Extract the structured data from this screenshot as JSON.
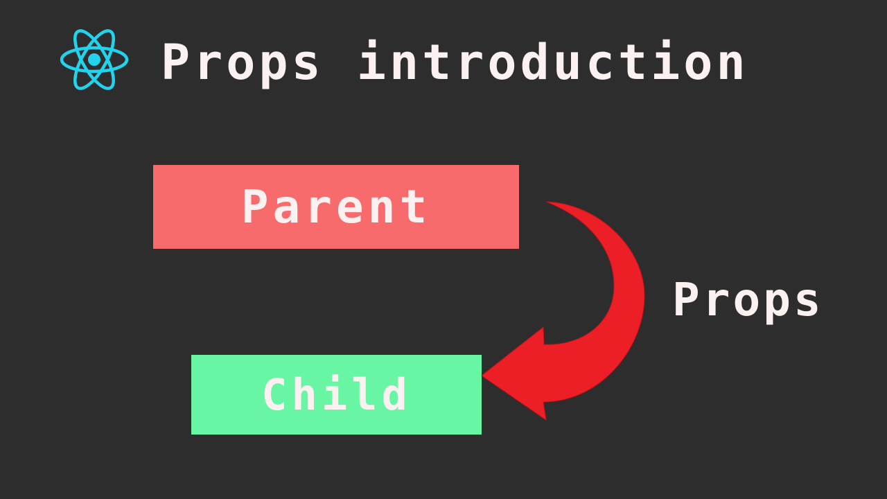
{
  "header": {
    "title": "Props introduction",
    "logo_icon": "react-atom-icon"
  },
  "diagram": {
    "parent_label": "Parent",
    "child_label": "Child",
    "edge_label": "Props",
    "arrow_icon": "curved-arrow-icon"
  },
  "colors": {
    "background": "#2d2d2d",
    "react_logo": "#22d3ee",
    "parent_box": "#f76b6d",
    "child_box": "#69f6a4",
    "arrow": "#ec1e26",
    "text": "#fbf1f1"
  }
}
